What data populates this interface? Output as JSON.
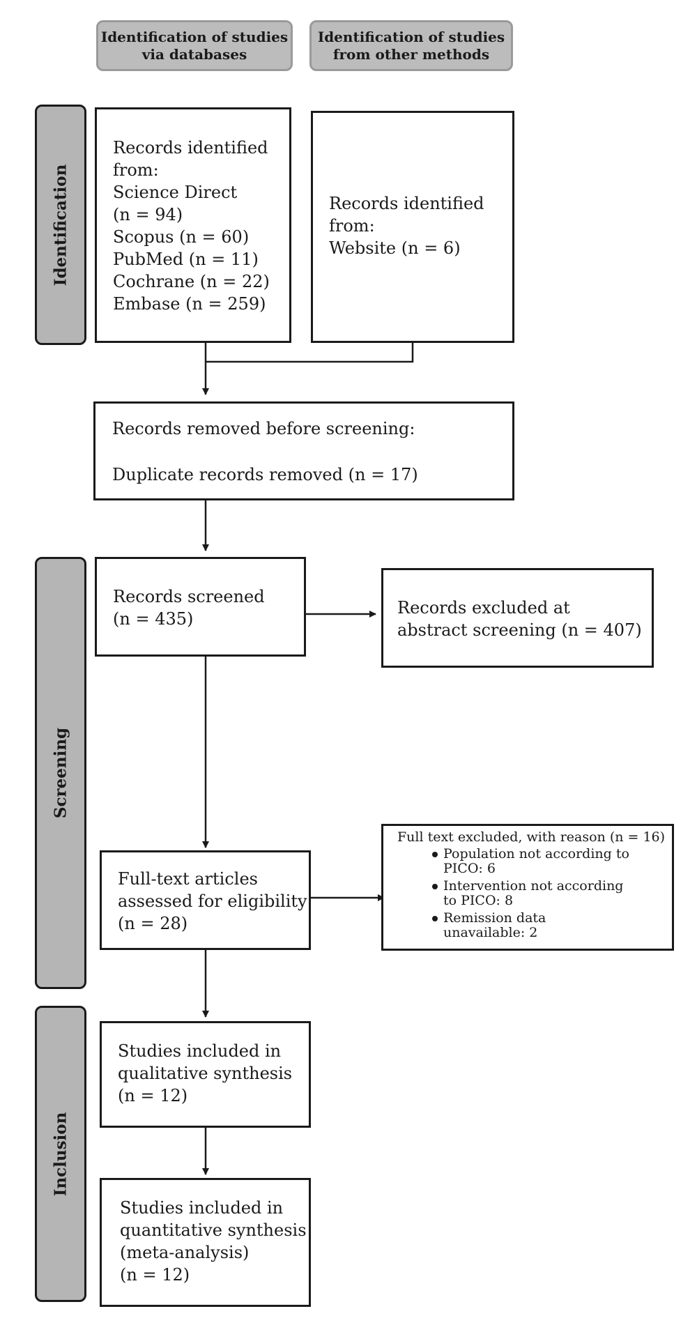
{
  "headers": {
    "databases": [
      "Identification of studies",
      "via databases"
    ],
    "other_methods": [
      "Identification of studies",
      "from other methods"
    ]
  },
  "phases": {
    "identification": "Identification",
    "screening": "Screening",
    "inclusion": "Inclusion"
  },
  "boxes": {
    "db_records": [
      "Records identified",
      "from:",
      "Science Direct",
      "(n = 94)",
      "Scopus (n = 60)",
      "PubMed (n = 11)",
      "Cochrane (n = 22)",
      "Embase (n = 259)"
    ],
    "other_records": [
      "Records identified",
      "from:",
      "Website (n = 6)"
    ],
    "removed": {
      "title": "Records removed before screening:",
      "detail": "Duplicate records removed (n = 17)"
    },
    "screened": [
      "Records screened",
      "(n = 435)"
    ],
    "excluded_abstract": [
      "Records excluded at",
      "abstract screening (n = 407)"
    ],
    "fulltext": [
      "Full-text articles",
      "assessed for eligibility",
      "(n = 28)"
    ],
    "fulltext_excluded": {
      "title": "Full text excluded, with reason (n = 16)",
      "reasons": [
        [
          "Population not according to",
          "PICO: 6"
        ],
        [
          "Intervention not according",
          "to PICO: 8"
        ],
        [
          "Remission data",
          "unavailable: 2"
        ]
      ]
    },
    "qualitative": [
      "Studies included in",
      "qualitative synthesis",
      "(n = 12)"
    ],
    "quantitative": [
      "Studies included in",
      "quantitative synthesis",
      "(meta-analysis)",
      "(n = 12)"
    ]
  }
}
